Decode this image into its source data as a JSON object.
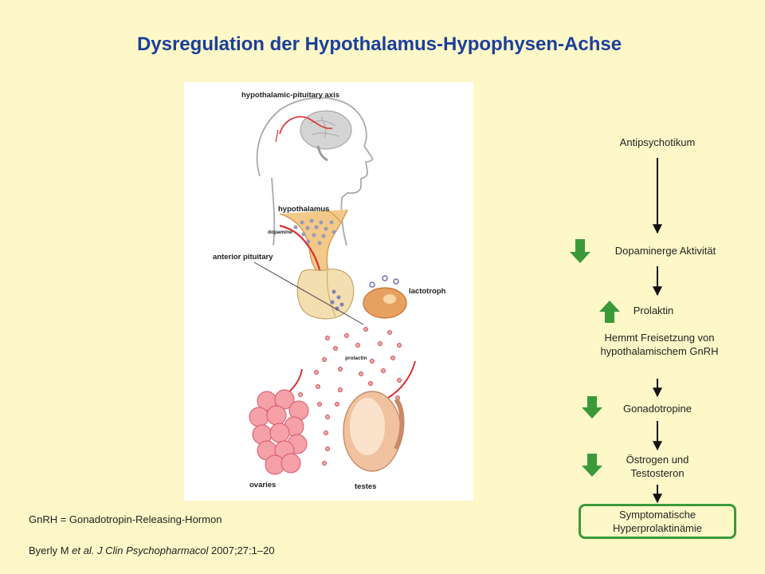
{
  "slide": {
    "title": "Dysregulation der Hypothalamus-Hypophysen-Achse"
  },
  "figure": {
    "labels": {
      "axis": "hypothalamic-pituitary axis",
      "hypothalamus": "hypothalamus",
      "dopamine": "dopamine",
      "anterior_pituitary": "anterior pituitary",
      "lactotroph": "lactotroph",
      "prolactin": "prolactin",
      "ovaries": "ovaries",
      "testes": "testes"
    }
  },
  "flow": {
    "step1": "Antipsychotikum",
    "step2": "Dopaminerge Aktivität",
    "step3": "Prolaktin",
    "step4": "Hemmt Freisetzung von hypothalamischem GnRH",
    "step5": "Gonadotropine",
    "step6": "Östrogen und Testosteron",
    "result": "Symptomatische Hyperprolaktinämie",
    "indicators": {
      "step2": "down",
      "step3": "up",
      "step5": "down",
      "step6": "down"
    },
    "colors": {
      "indicator": "#3a9a3a",
      "box_border": "#3a9a3a",
      "arrow": "#111111"
    }
  },
  "footnotes": {
    "abbreviation": "GnRH = Gonadotropin-Releasing-Hormon",
    "citation": {
      "author_prefix": "Byerly M ",
      "et_al": "et al.",
      "journal": " J Clin Psychopharmacol",
      "details": " 2007;27:1–20"
    }
  }
}
